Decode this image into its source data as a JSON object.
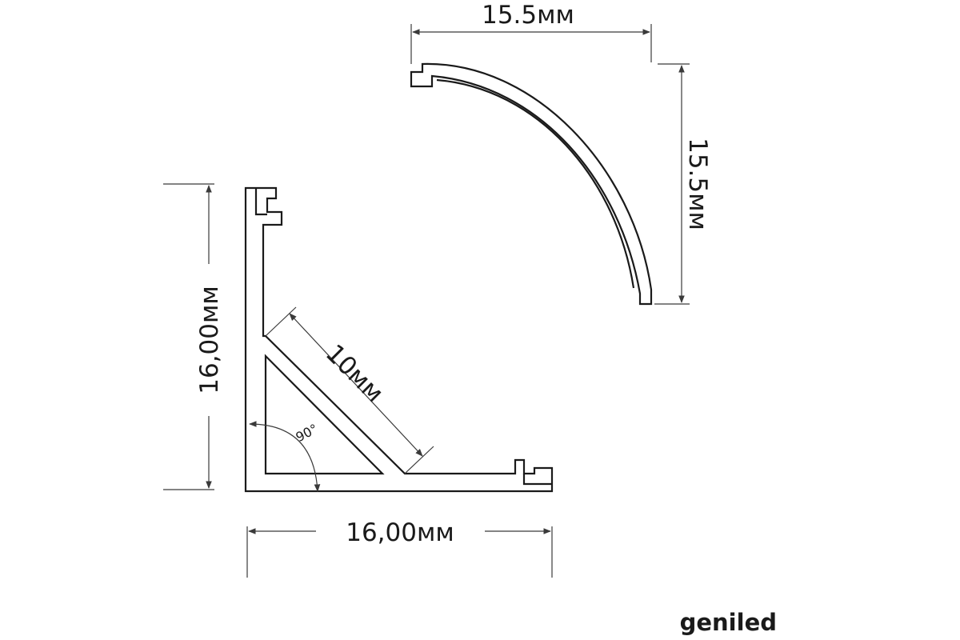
{
  "diffuser": {
    "width_label": "15.5мм",
    "height_label": "15.5мм"
  },
  "profile": {
    "height_label": "16,00мм",
    "width_label": "16,00мм",
    "diagonal_label": "10мм",
    "angle_label": "90°"
  },
  "brand": {
    "logo_text": "geniled"
  },
  "colors": {
    "line": "#1a1a1a",
    "dimension": "#3a3a3a",
    "background": "#ffffff"
  }
}
